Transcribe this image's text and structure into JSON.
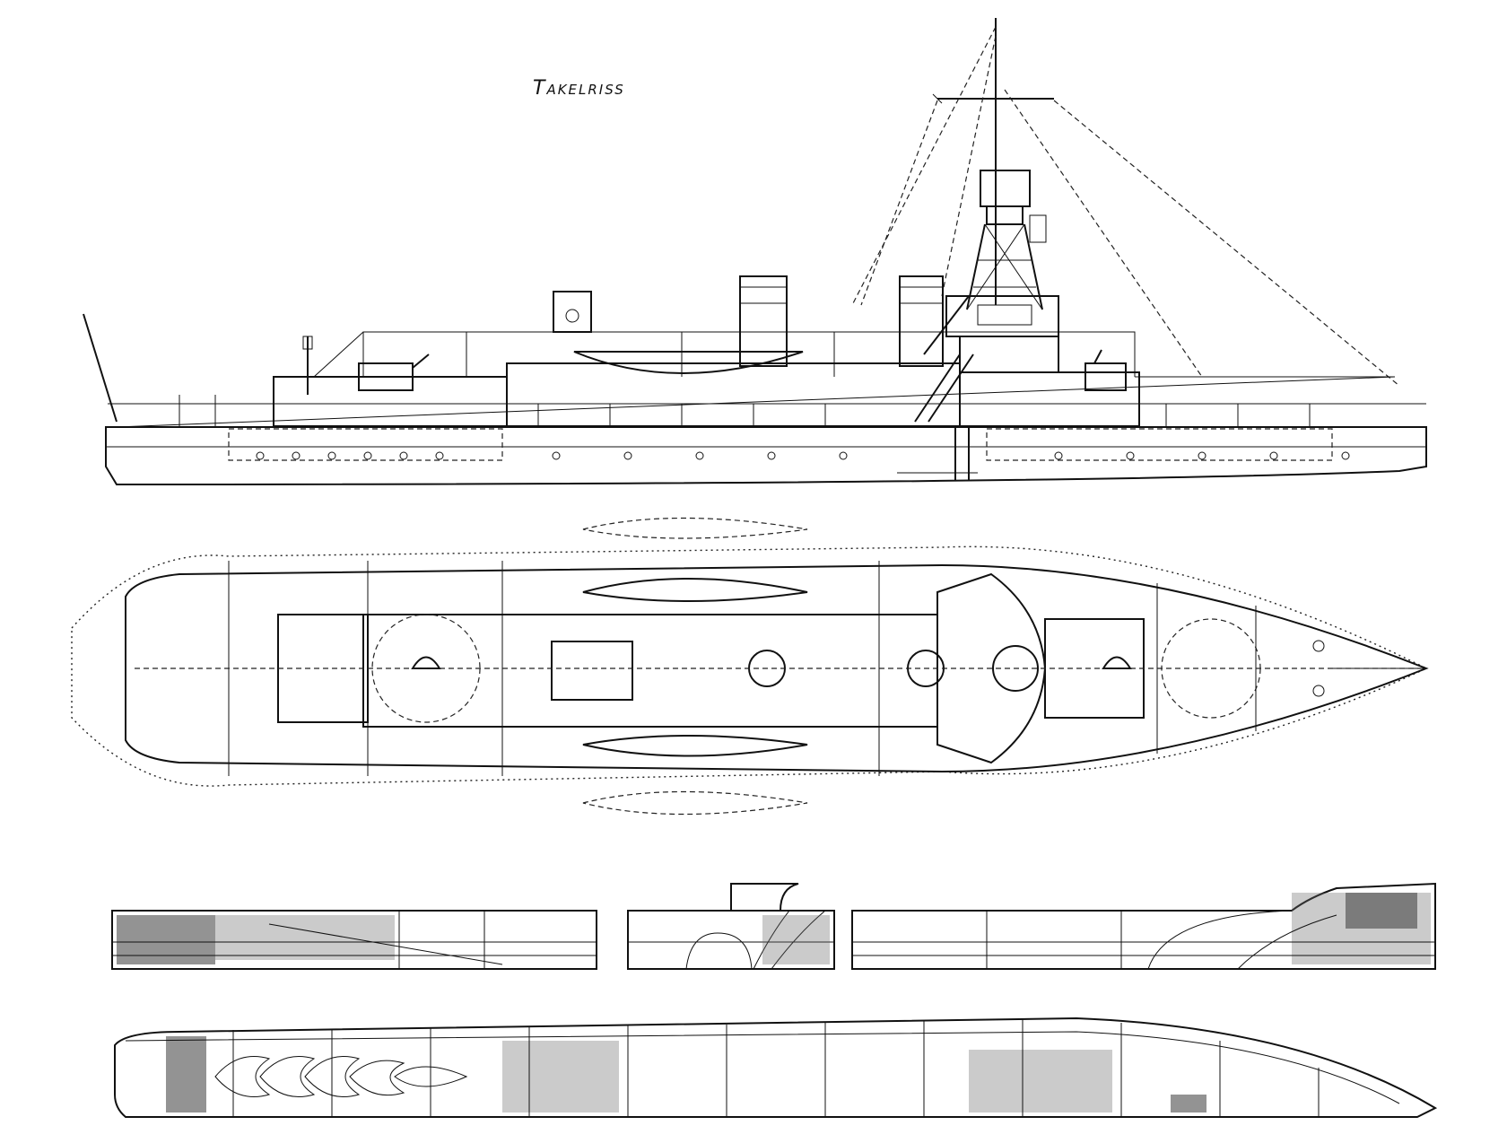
{
  "drawing": {
    "title": "Takelriss"
  },
  "views": {
    "profile": "rigging-profile-view",
    "plan": "deck-plan-view",
    "half_breadth_aft": "hull-lines-aft",
    "body_plan": "hull-body-plan",
    "half_breadth_fwd": "hull-lines-forward",
    "sheer": "hull-sheer-plan"
  }
}
